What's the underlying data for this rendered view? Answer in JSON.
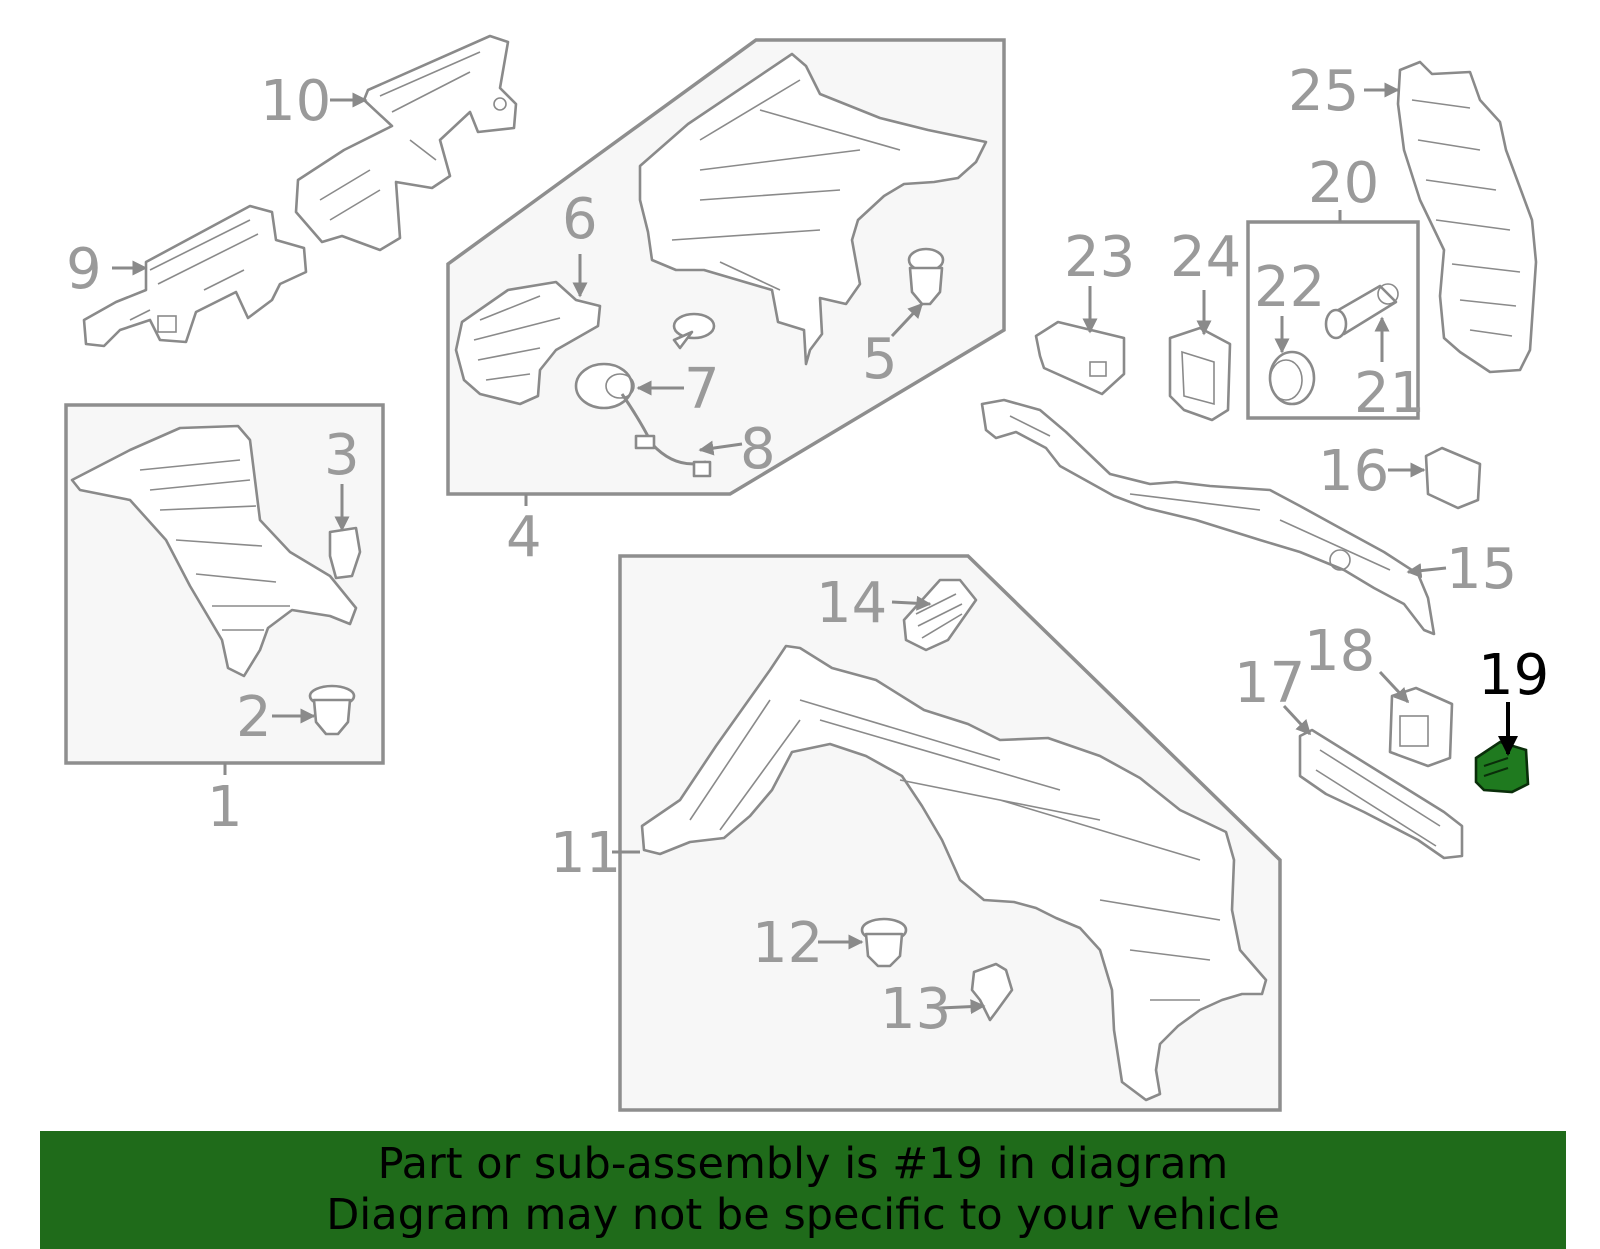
{
  "diagram": {
    "highlight_part": "19",
    "callouts": [
      "1",
      "2",
      "3",
      "4",
      "5",
      "6",
      "7",
      "8",
      "9",
      "10",
      "11",
      "12",
      "13",
      "14",
      "15",
      "16",
      "17",
      "18",
      "19",
      "20",
      "21",
      "22",
      "23",
      "24",
      "25"
    ]
  },
  "banner": {
    "line1": "Part or sub-assembly is #19 in diagram",
    "line2": "Diagram may not be specific to your vehicle"
  },
  "colors": {
    "banner_bg": "#1f6b1a",
    "highlight": "#1f7a1f",
    "label_gray": "#9a9a9a"
  }
}
